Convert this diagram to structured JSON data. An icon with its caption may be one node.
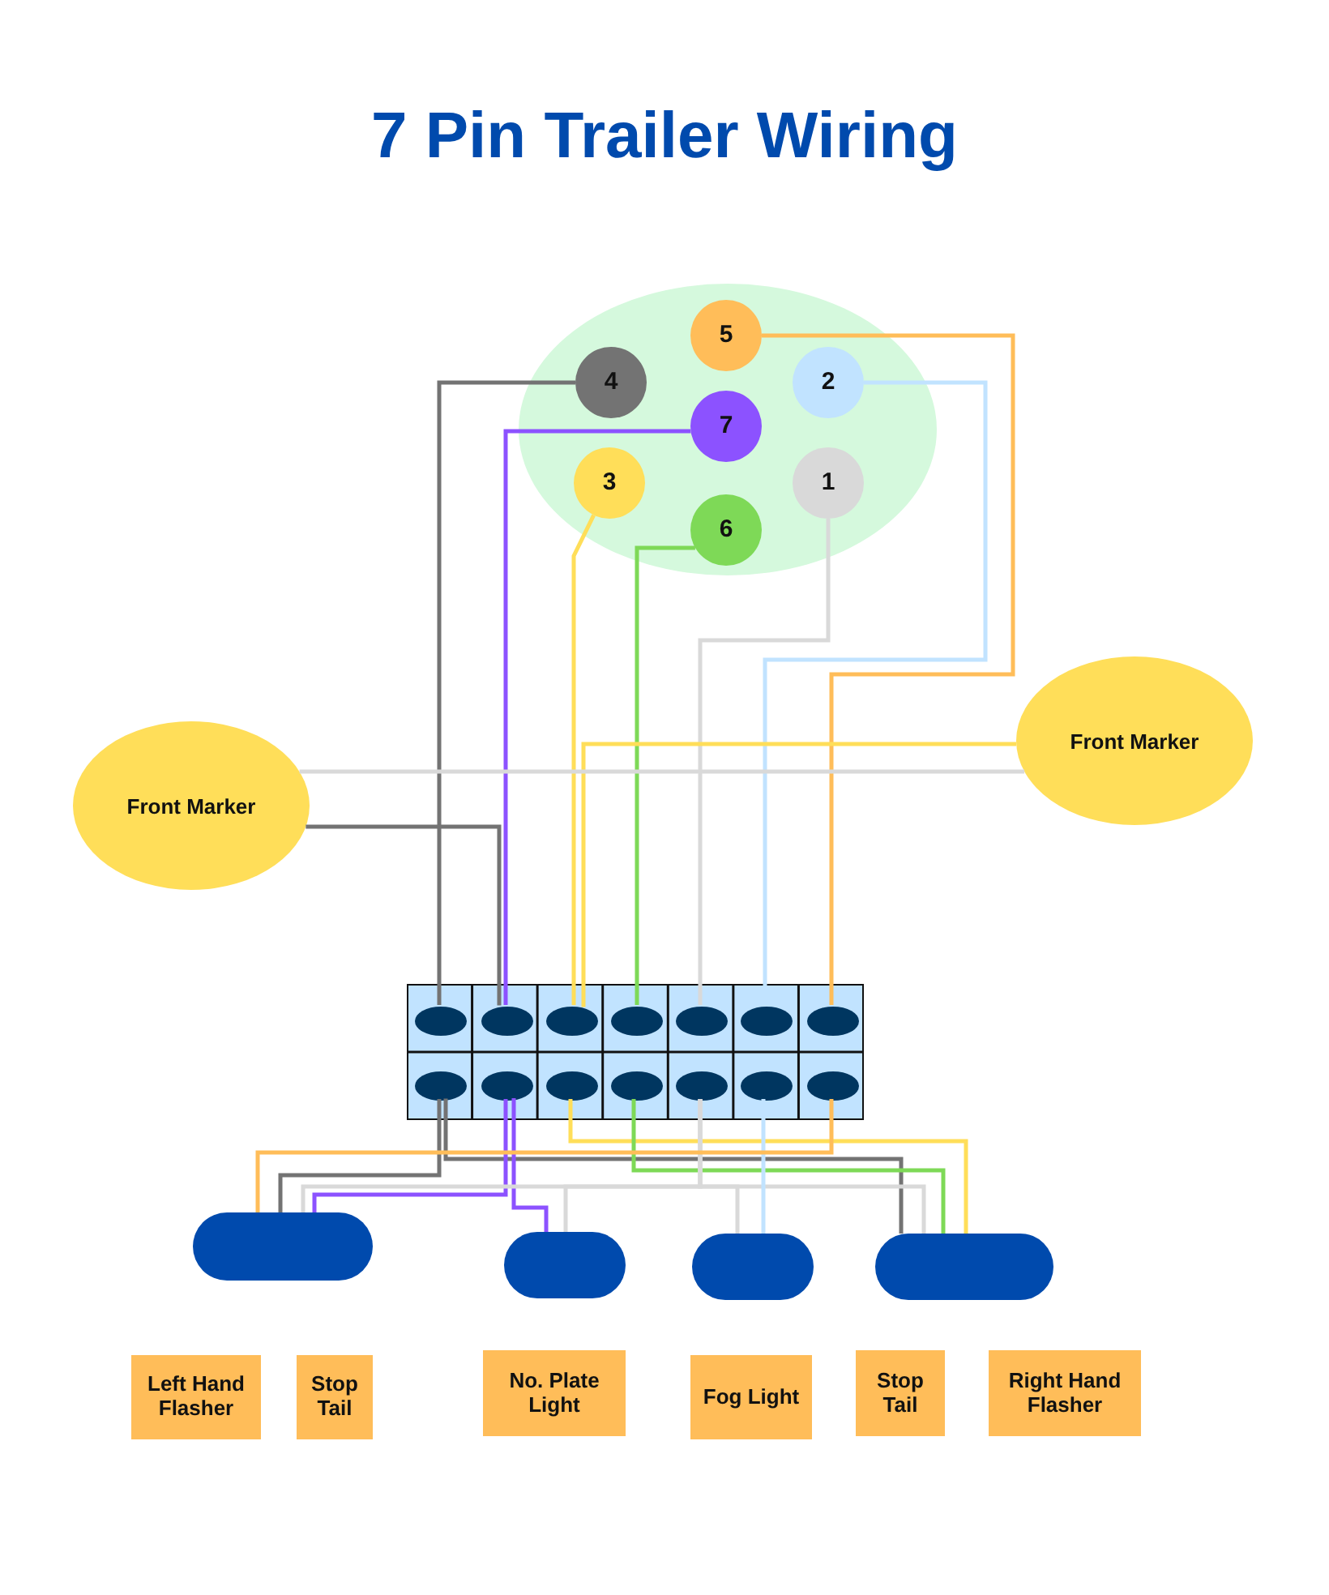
{
  "diagram": {
    "title": "7 Pin Trailer Wiring",
    "nodes": [
      {
        "text": [],
        "shape": "circle"
      },
      {
        "text": [
          "5"
        ],
        "in": 0
      },
      {
        "text": [
          "4"
        ],
        "in": 0
      },
      {
        "text": [
          "2"
        ],
        "in": 0
      },
      {
        "text": [
          "7"
        ],
        "in": 0
      },
      {
        "text": [
          "3"
        ],
        "in": 0
      },
      {
        "text": [
          "1"
        ],
        "in": 0
      },
      {
        "text": [
          "6"
        ],
        "in": 0
      },
      {
        "text": [
          "Front Marker"
        ]
      },
      {
        "text": [
          "Front Marker"
        ]
      },
      {
        "text": [],
        "shape": "box"
      },
      {
        "text": [],
        "shape": "circle",
        "in": 10
      },
      {
        "text": [],
        "shape": "circle",
        "in": 10
      },
      {
        "text": [],
        "shape": "circle",
        "in": 10
      },
      {
        "text": [],
        "shape": "circle",
        "in": 10
      },
      {
        "text": [],
        "shape": "circle",
        "in": 10
      },
      {
        "text": [],
        "shape": "circle",
        "in": 10
      },
      {
        "text": [],
        "shape": "circle",
        "in": 10
      },
      {
        "text": [],
        "shape": "circle",
        "in": 10
      },
      {
        "text": [],
        "shape": "circle",
        "in": 10
      },
      {
        "text": [],
        "shape": "circle",
        "in": 10
      },
      {
        "text": [],
        "shape": "circle",
        "in": 10
      },
      {
        "text": [],
        "shape": "circle",
        "in": 10
      },
      {
        "text": [],
        "shape": "circle",
        "in": 10
      },
      {
        "text": [],
        "shape": "circle",
        "in": 10
      },
      {
        "text": [],
        "shape": "box"
      },
      {
        "text": [],
        "shape": "box"
      },
      {
        "text": [],
        "shape": "box"
      },
      {
        "text": [],
        "shape": "box"
      },
      {
        "text": [
          "Left Hand Flasher"
        ]
      },
      {
        "text": [
          "Stop Tail"
        ]
      },
      {
        "text": [
          "No. Plate Light"
        ]
      },
      {
        "text": [
          "Fog Light"
        ]
      },
      {
        "text": [
          "Stop Tail"
        ]
      },
      {
        "text": [
          "Right Hand Flasher"
        ]
      }
    ],
    "edges": [
      {
        "from": 2,
        "to": 11,
        "arrow": "none",
        "color": "#737373"
      },
      {
        "from": 4,
        "to": 12,
        "arrow": "none",
        "color": "#8c52ff"
      },
      {
        "from": 5,
        "to": 13,
        "arrow": "none",
        "color": "#ffde59"
      },
      {
        "from": 7,
        "to": 14,
        "arrow": "none",
        "color": "#7ed957"
      },
      {
        "from": 6,
        "to": 15,
        "arrow": "none",
        "color": "#d9d9d9"
      },
      {
        "from": 3,
        "to": 16,
        "arrow": "none",
        "color": "#c1e3ff"
      },
      {
        "from": 1,
        "to": 17,
        "arrow": "none",
        "color": "#ffbd59"
      },
      {
        "from": 9,
        "to": 12,
        "arrow": "none",
        "color": "#737373"
      },
      {
        "from": 8,
        "to": 13,
        "arrow": "none",
        "color": "#ffde59"
      },
      {
        "from": 9,
        "to": 8,
        "arrow": "none",
        "color": "#d9d9d9"
      },
      {
        "from": 18,
        "to": 25,
        "arrow": "none",
        "color": "#737373"
      },
      {
        "from": 18,
        "to": 28,
        "arrow": "none",
        "color": "#737373"
      },
      {
        "from": 19,
        "to": 25,
        "arrow": "none",
        "color": "#8c52ff"
      },
      {
        "from": 19,
        "to": 26,
        "arrow": "none",
        "color": "#8c52ff"
      },
      {
        "from": 20,
        "to": 28,
        "arrow": "none",
        "color": "#ffde59"
      },
      {
        "from": 21,
        "to": 28,
        "arrow": "none",
        "color": "#7ed957"
      },
      {
        "from": 22,
        "to": 25,
        "arrow": "none",
        "color": "#d9d9d9"
      },
      {
        "from": 22,
        "to": 26,
        "arrow": "none",
        "color": "#d9d9d9"
      },
      {
        "from": 22,
        "to": 27,
        "arrow": "none",
        "color": "#d9d9d9"
      },
      {
        "from": 22,
        "to": 28,
        "arrow": "none",
        "color": "#d9d9d9"
      },
      {
        "from": 23,
        "to": 27,
        "arrow": "none",
        "color": "#c1e3ff"
      },
      {
        "from": 24,
        "to": 25,
        "arrow": "none",
        "color": "#ffbd59"
      }
    ]
  }
}
